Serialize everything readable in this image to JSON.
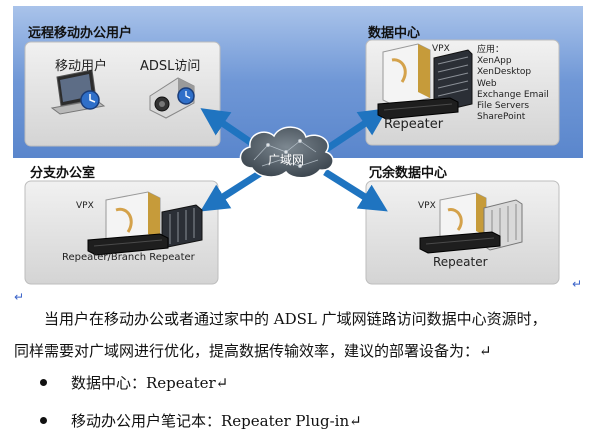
{
  "diagram": {
    "remote_office": {
      "title": "远程移动办公用户",
      "mobile_user_label": "移动用户",
      "adsl_label": "ADSL访问"
    },
    "datacenter": {
      "title": "数据中心",
      "vpx_label": "VPX",
      "repeater_label": "Repeater",
      "apps_title": "应用：",
      "apps": [
        "XenApp",
        "XenDesktop",
        "Web",
        "Exchange Email",
        "File Servers",
        "SharePoint"
      ]
    },
    "wan_label": "广域网",
    "branch_office": {
      "title": "分支办公室",
      "vpx_label": "VPX",
      "repeater_label": "Repeater/Branch Repeater"
    },
    "backup_datacenter": {
      "title": "冗余数据中心",
      "vpx_label": "VPX",
      "repeater_label": "Repeater"
    },
    "paragraph_mark": "↵"
  },
  "body": {
    "paragraph_lines": [
      "当用户在移动办公或者通过家中的 ADSL 广域网链路访问数据中心资源时，",
      "同样需要对广域网进行优化，提高数据传输效率，建议的部署设备为：↵"
    ],
    "bullets": [
      "数据中心：Repeater↵",
      "移动办公用户笔记本：Repeater Plug-in↵"
    ]
  },
  "colors": {
    "top_band": "#6f97d6",
    "box_fill": "#e2e2e2",
    "arrow": "#1f74c0",
    "cloud": "#4a5560"
  }
}
